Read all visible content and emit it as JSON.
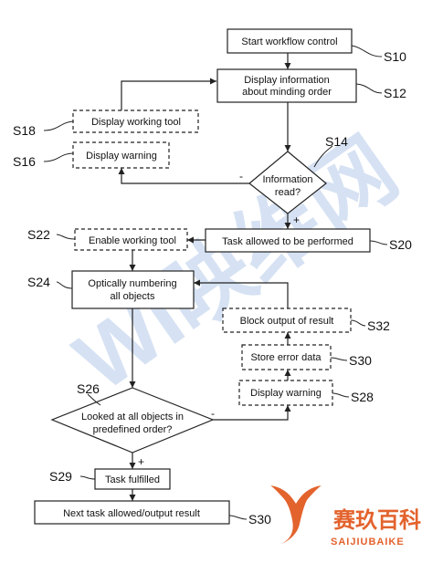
{
  "watermark": {
    "text": "WI映维网"
  },
  "brand": {
    "name": "赛玖百科",
    "sub": "SAIJIUBAIKE",
    "color": "#e3632d"
  },
  "colors": {
    "line": "#222222",
    "watermark": "#c9d9ef"
  },
  "nodes": {
    "start": [
      "Start workflow control"
    ],
    "display_info": [
      "Display information",
      "about minding order"
    ],
    "display_tool": [
      "Display working tool"
    ],
    "display_warning_top": [
      "Display warning"
    ],
    "info_read": [
      "Information",
      "read?"
    ],
    "task_allowed": [
      "Task allowed to be performed"
    ],
    "enable_tool": [
      "Enable working tool"
    ],
    "optically_numbering": [
      "Optically numbering",
      "all objects"
    ],
    "block_output": [
      "Block output of result"
    ],
    "store_error": [
      "Store error data"
    ],
    "display_warning_bottom": [
      "Display warning"
    ],
    "looked_at": [
      "Looked at all objects in",
      "predefined order?"
    ],
    "task_fulfilled": [
      "Task fulfilled"
    ],
    "next_task": [
      "Next task allowed/output result"
    ]
  },
  "refs": {
    "s10": "S10",
    "s12": "S12",
    "s14": "S14",
    "s16": "S16",
    "s18": "S18",
    "s20": "S20",
    "s22": "S22",
    "s24": "S24",
    "s26": "S26",
    "s28": "S28",
    "s29": "S29",
    "s30": "S30",
    "s30b": "S30",
    "s32": "S32"
  },
  "signs": {
    "s14_minus": "-",
    "s14_plus": "+",
    "s26_minus": "-",
    "s26_plus": "+"
  }
}
